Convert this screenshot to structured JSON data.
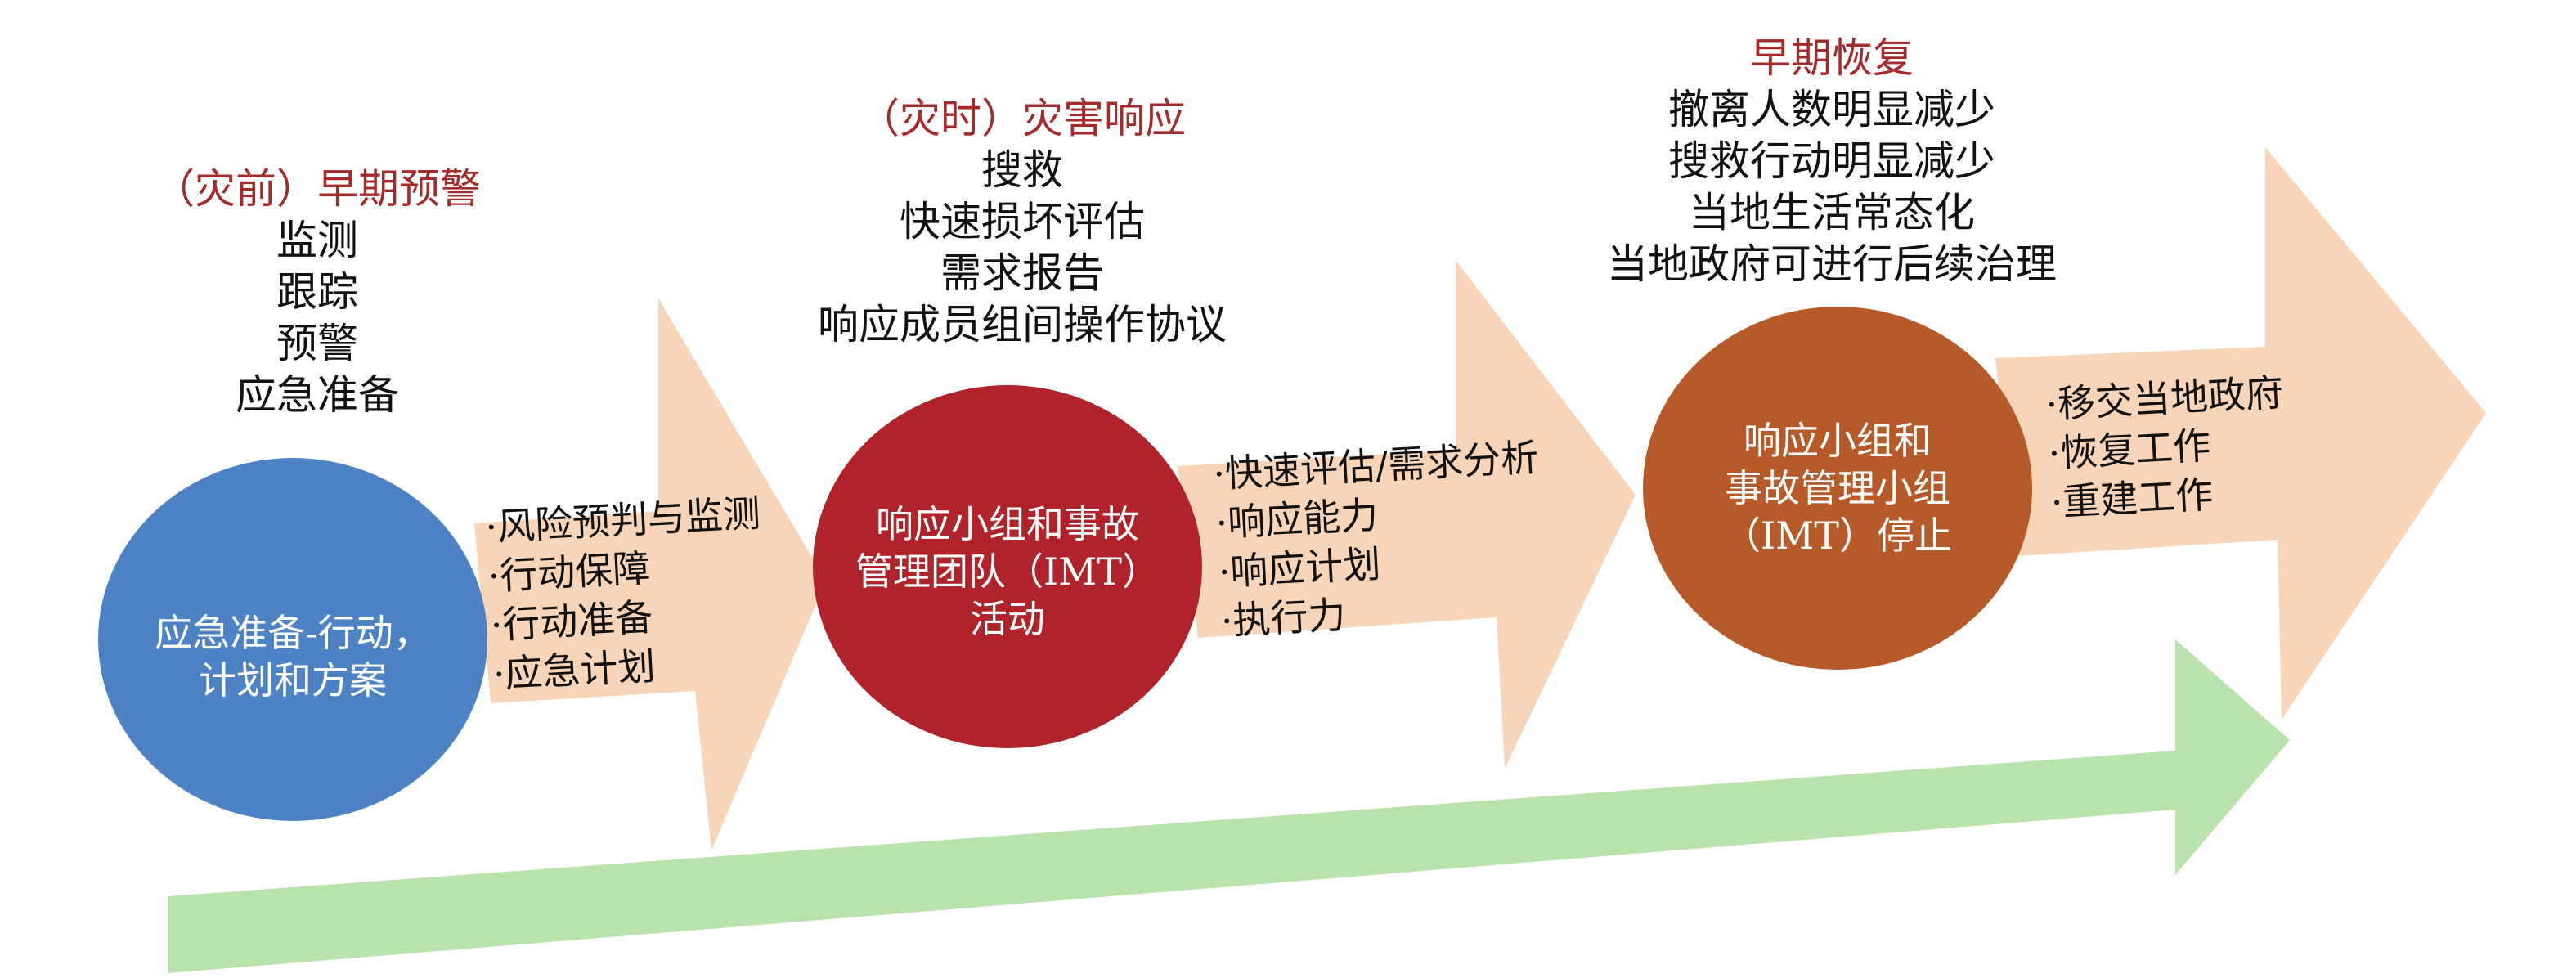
{
  "colors": {
    "arrow_peach": "#f8d5b8",
    "arrow_green": "#b9e2ad",
    "circle_blue": "#4d82c4",
    "circle_red": "#b0232b",
    "circle_orange": "#b75a2a",
    "title_red": "#a52a2a"
  },
  "phases": [
    {
      "title": "（灾前）早期预警",
      "lines": [
        "监测",
        "跟踪",
        "预警",
        "应急准备"
      ]
    },
    {
      "title": "（灾时）灾害响应",
      "lines": [
        "搜救",
        "快速损坏评估",
        "需求报告",
        "响应成员组间操作协议"
      ]
    },
    {
      "title": "早期恢复",
      "lines": [
        "撤离人数明显减少",
        "搜救行动明显减少",
        "当地生活常态化",
        "当地政府可进行后续治理"
      ]
    }
  ],
  "circles": [
    {
      "lines": [
        "应急准备-行动，",
        "计划和方案"
      ]
    },
    {
      "lines": [
        "响应小组和事故",
        "管理团队（IMT）",
        "活动"
      ]
    },
    {
      "lines": [
        "响应小组和",
        "事故管理小组",
        "（IMT）停止"
      ]
    }
  ],
  "arrow_bullets": [
    [
      "·风险预判与监测",
      "·行动保障",
      "·行动准备",
      "·应急计划"
    ],
    [
      "·快速评估/需求分析",
      "·响应能力",
      "·响应计划",
      "·执行力"
    ],
    [
      "·移交当地政府",
      "·恢复工作",
      "·重建工作"
    ]
  ]
}
